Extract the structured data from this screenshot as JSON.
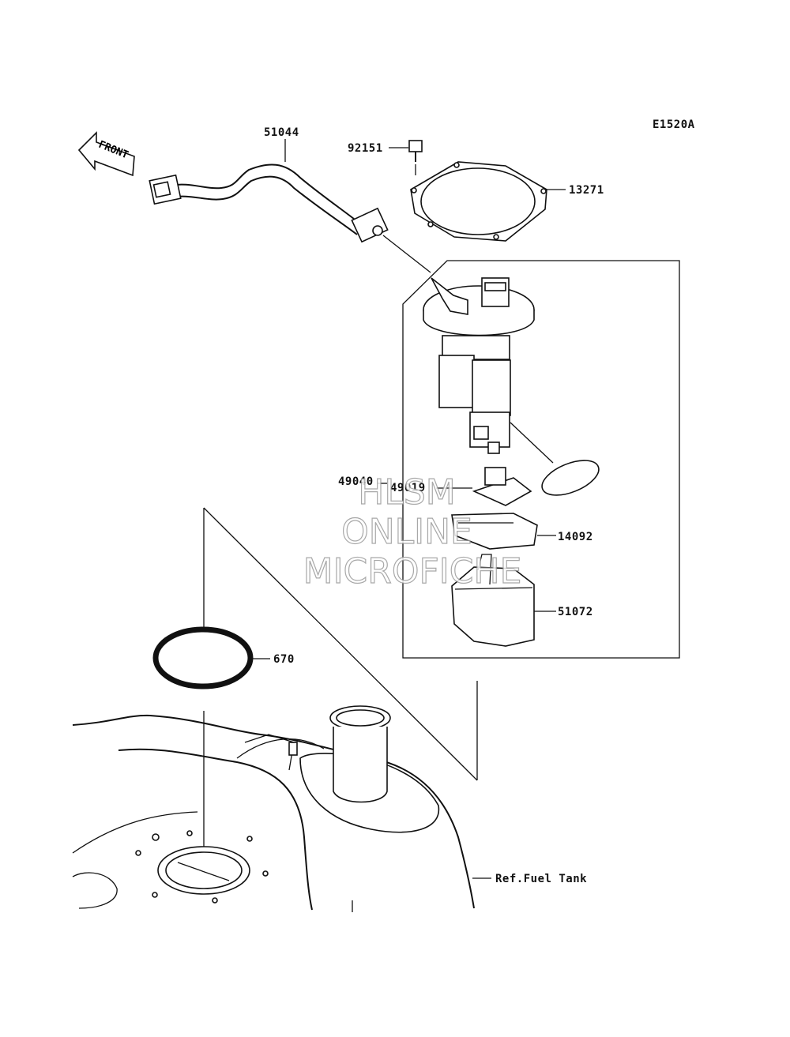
{
  "diagram_code": "E1520A",
  "front_label": "FRONT",
  "parts": {
    "hose": "51044",
    "bolt": "92151",
    "gasket": "13271",
    "pump_ref_left": "49040",
    "pump_ref_right": "49019",
    "cover": "14092",
    "case": "51072",
    "o_ring": "670"
  },
  "reference_label": "Ref.Fuel Tank",
  "watermark": {
    "line1": "HLSM",
    "line2": "ONLINE",
    "line3": "MICROFICHE"
  }
}
